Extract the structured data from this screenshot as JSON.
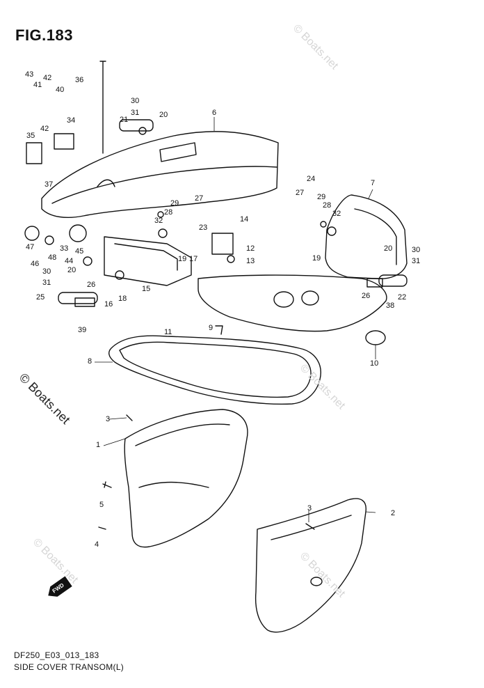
{
  "title": "FIG.183",
  "footer": {
    "code": "DF250_E03_013_183",
    "caption": "SIDE COVER TRANSOM(L)"
  },
  "watermark": "© Boats.net",
  "fwd_label": "FWD",
  "callouts": [
    "1",
    "2",
    "3",
    "3",
    "4",
    "5",
    "6",
    "7",
    "8",
    "9",
    "10",
    "11",
    "12",
    "13",
    "14",
    "15",
    "16",
    "17",
    "18",
    "19",
    "19",
    "20",
    "20",
    "20",
    "21",
    "22",
    "23",
    "24",
    "25",
    "26",
    "26",
    "27",
    "27",
    "28",
    "28",
    "29",
    "29",
    "30",
    "30",
    "30",
    "31",
    "31",
    "31",
    "32",
    "32",
    "33",
    "34",
    "35",
    "36",
    "37",
    "38",
    "39",
    "40",
    "41",
    "42",
    "42",
    "43",
    "44",
    "45",
    "46",
    "47",
    "48"
  ]
}
